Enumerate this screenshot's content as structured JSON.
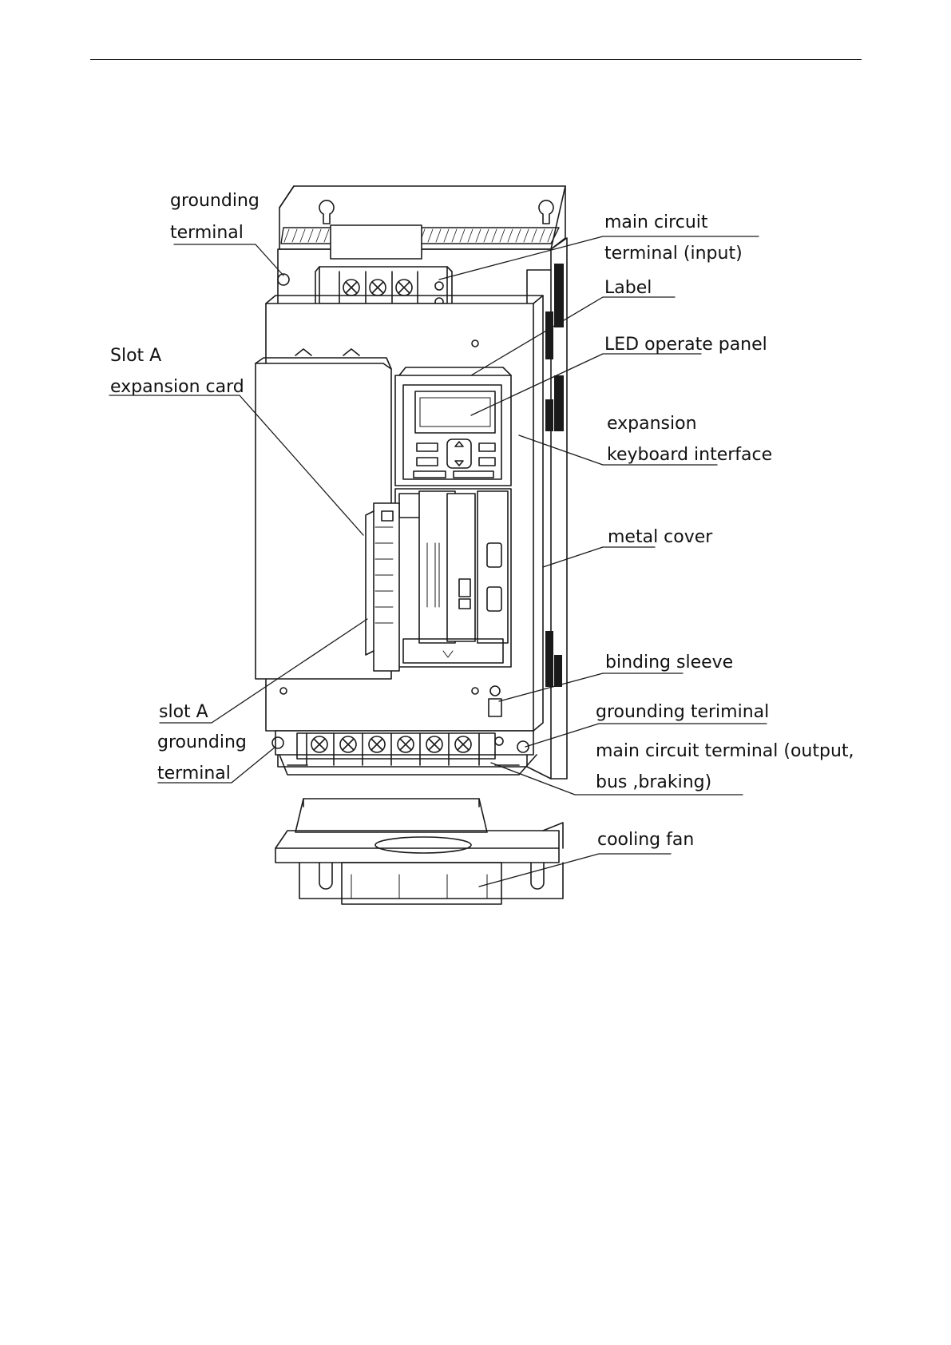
{
  "labels": {
    "grounding_top_1": "grounding",
    "grounding_top_2": "terminal",
    "main_input_1": "main circuit",
    "main_input_2": "terminal (input)",
    "label": "Label",
    "slot_a_1": "Slot A",
    "slot_a_2": "expansion card",
    "led_panel": "LED operate panel",
    "exp_kb_1": "expansion",
    "exp_kb_2": "keyboard interface",
    "metal_cover": "metal cover",
    "binding_sleeve": "binding sleeve",
    "slot_a_gnd_1": "slot A",
    "slot_a_gnd_2": "grounding",
    "slot_a_gnd_3": "terminal",
    "grounding_right": "grounding teriminal",
    "main_output_1": "main circuit terminal (output,",
    "main_output_2": "bus ,braking)",
    "cooling_fan": "cooling fan"
  },
  "colors": {
    "line": "#1a1a1a",
    "panel": "#ffffff"
  }
}
